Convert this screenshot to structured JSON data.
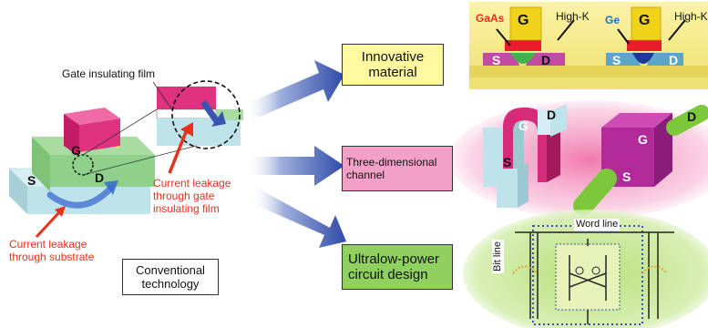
{
  "left": {
    "gate_insulating_film": "Gate insulating film",
    "terminal_g": "G",
    "terminal_s": "S",
    "terminal_d": "D",
    "leak_gate_line1": "Current leakage",
    "leak_gate_line2": "through gate",
    "leak_gate_line3": "insulating film",
    "leak_sub_line1": "Current leakage",
    "leak_sub_line2": "through substrate",
    "conventional_line1": "Conventional",
    "conventional_line2": "technology"
  },
  "middle": {
    "innovative_line1": "Innovative",
    "innovative_line2": "material",
    "three_d_line1": "Three-dimensional",
    "three_d_line2": "channel",
    "ultralow_line1": "Ultralow-power",
    "ultralow_line2": "circuit design"
  },
  "right_top": {
    "gaas": "GaAs",
    "ge": "Ge",
    "high_k_1": "High-K",
    "high_k_2": "High-K",
    "g1": "G",
    "s1": "S",
    "d1": "D",
    "g2": "G",
    "s2": "S",
    "d2": "D"
  },
  "right_mid": {
    "g1": "G",
    "s1": "S",
    "d1": "D",
    "g2": "G",
    "s2": "S",
    "d2": "D"
  },
  "right_bottom": {
    "word_line": "Word line",
    "bit_line": "Bit line"
  },
  "colors": {
    "gate_magenta": "#e0337f",
    "green": "#8fd08a",
    "light_blue": "#bfe3ea",
    "yellow_box": "#fff8a0",
    "pink_box": "#f3a0c8",
    "green_box": "#90d060",
    "arrow_blue": "#3a55b0",
    "leak_red": "#e8301c"
  }
}
